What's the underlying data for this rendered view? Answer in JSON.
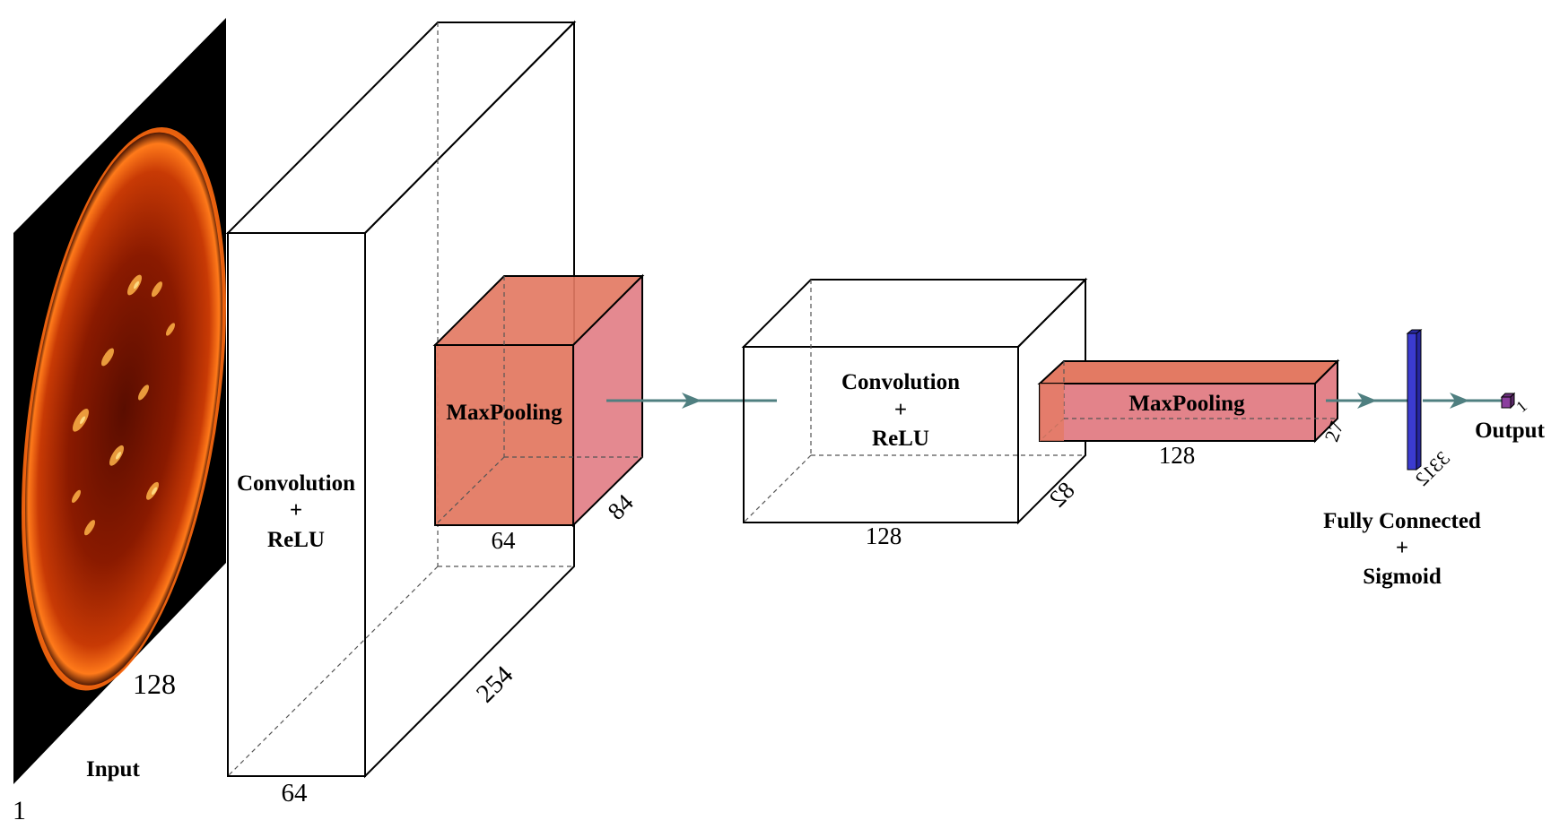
{
  "colors": {
    "conv_fill": "#fde8c4",
    "conv_side": "#fbe2b7",
    "pool_front": "#e37a63",
    "pool_side": "#e3838a",
    "fc_bar": "#3b3bd0",
    "output_cube": "#8b3f9e",
    "arrow": "#4f7f80"
  },
  "input": {
    "label": "Input",
    "dim_depth": "128",
    "dim_channels": "1"
  },
  "conv1": {
    "label_line1": "Convolution",
    "label_line2": "+",
    "label_line3": "ReLU",
    "dim_width": "64",
    "dim_depth": "254"
  },
  "pool1": {
    "label": "MaxPooling",
    "dim_width": "64",
    "dim_depth": "84"
  },
  "conv2": {
    "label_line1": "Convolution",
    "label_line2": "+",
    "label_line3": "ReLU",
    "dim_width": "128",
    "dim_depth": "82"
  },
  "pool2": {
    "label": "MaxPooling",
    "dim_width": "128",
    "dim_depth": "27"
  },
  "fc": {
    "label_line1": "Fully Connected",
    "label_line2": "+",
    "label_line3": "Sigmoid",
    "dim": "3312"
  },
  "output": {
    "label": "Output",
    "dim": "1"
  }
}
